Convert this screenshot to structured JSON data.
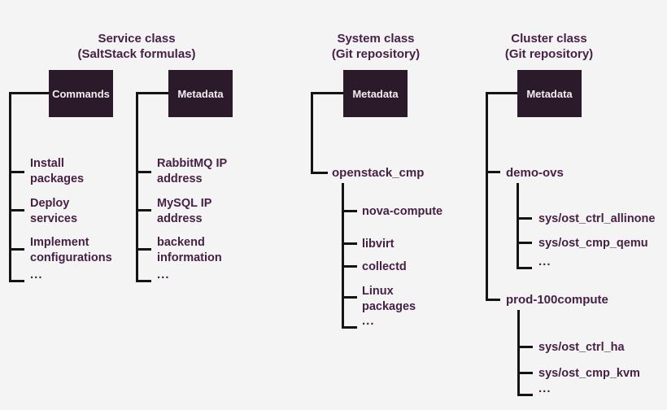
{
  "colors": {
    "background": "#f5f4f5",
    "box_fill": "#2b1a2a",
    "box_text": "#f2eef2",
    "label_text": "#472145",
    "line": "#141414"
  },
  "service": {
    "title": "Service class",
    "subtitle": "(SaltStack formulas)",
    "commands": {
      "box_label": "Commands",
      "items": [
        "Install\npackages",
        "Deploy\nservices",
        "Implement\nconfigurations",
        "..."
      ]
    },
    "metadata": {
      "box_label": "Metadata",
      "items": [
        "RabbitMQ IP\naddress",
        "MySQL IP\naddress",
        "backend\ninformation",
        "..."
      ]
    }
  },
  "system": {
    "title": "System class",
    "subtitle": "(Git repository)",
    "box_label": "Metadata",
    "root": "openstack_cmp",
    "items": [
      "nova-compute",
      "libvirt",
      "collectd",
      "Linux\npackages",
      "..."
    ]
  },
  "cluster": {
    "title": "Cluster class",
    "subtitle": "(Git repository)",
    "box_label": "Metadata",
    "demo": {
      "label": "demo-ovs",
      "items": [
        "sys/ost_ctrl_allinone",
        "sys/ost_cmp_qemu",
        "..."
      ]
    },
    "prod": {
      "label": "prod-100compute",
      "items": [
        "sys/ost_ctrl_ha",
        "sys/ost_cmp_kvm",
        "..."
      ]
    }
  }
}
